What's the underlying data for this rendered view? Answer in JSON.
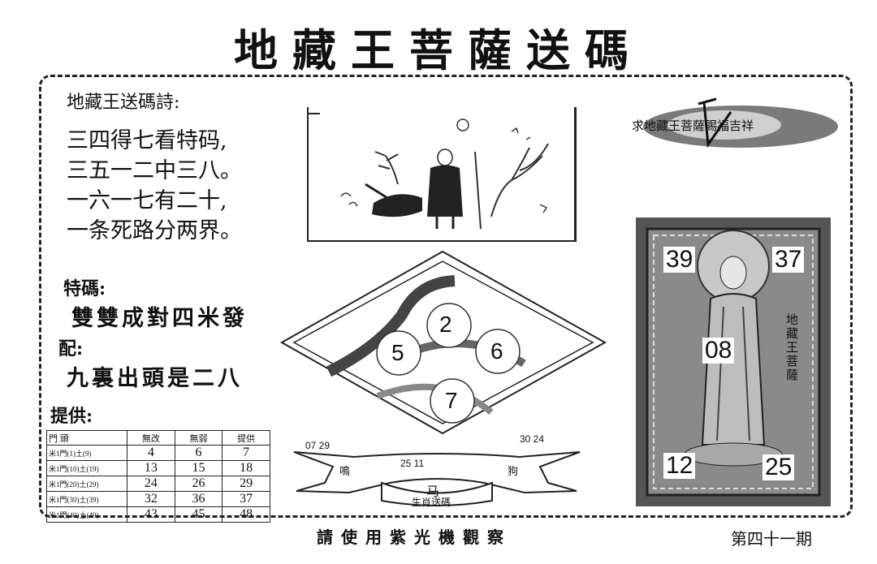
{
  "header": {
    "title": "地藏王菩薩送碼"
  },
  "poem": {
    "title": "地藏王送碼詩:",
    "lines": [
      "三四得七看特码,",
      "三五一二中三八。",
      "一六一七有二十,",
      "一条死路分两界。"
    ]
  },
  "special_code": {
    "label": "特碼:",
    "text": "雙雙成對四米發"
  },
  "pair": {
    "label": "配:",
    "text": "九裏出頭是二八"
  },
  "provide": {
    "label": "提供:"
  },
  "stats_table": {
    "headers": [
      "門 頭",
      "無改",
      "無弱",
      "提供"
    ],
    "rows": [
      {
        "label": "米1門(1)土(9)",
        "values": [
          "4",
          "6",
          "7"
        ]
      },
      {
        "label": "米1門(10)土(19)",
        "values": [
          "13",
          "15",
          "18"
        ]
      },
      {
        "label": "米1門(20)土(29)",
        "values": [
          "24",
          "26",
          "29"
        ]
      },
      {
        "label": "米1門(30)土(39)",
        "values": [
          "32",
          "36",
          "37"
        ]
      },
      {
        "label": "米1門(40)土(49)",
        "values": [
          "43",
          "45",
          "48"
        ]
      }
    ]
  },
  "ad_banner": {
    "text": "求地藏王菩薩賜福吉祥"
  },
  "diamond_numbers": [
    "2",
    "5",
    "6",
    "7"
  ],
  "zodiac_banner": {
    "left_numbers": "07 29",
    "middle_numbers": "25 11",
    "right_numbers": "30 24",
    "left_animal": "鳴",
    "right_animal": "狗",
    "center_animal": "马",
    "caption": "生肖送碼"
  },
  "buddha_panel": {
    "top_left": "39",
    "top_right": "37",
    "center": "08",
    "bottom_left": "12",
    "bottom_right": "25",
    "side_text": "地藏王菩薩"
  },
  "footer": {
    "text": "請使用紫光機觀察",
    "issue": "第四十一期"
  }
}
